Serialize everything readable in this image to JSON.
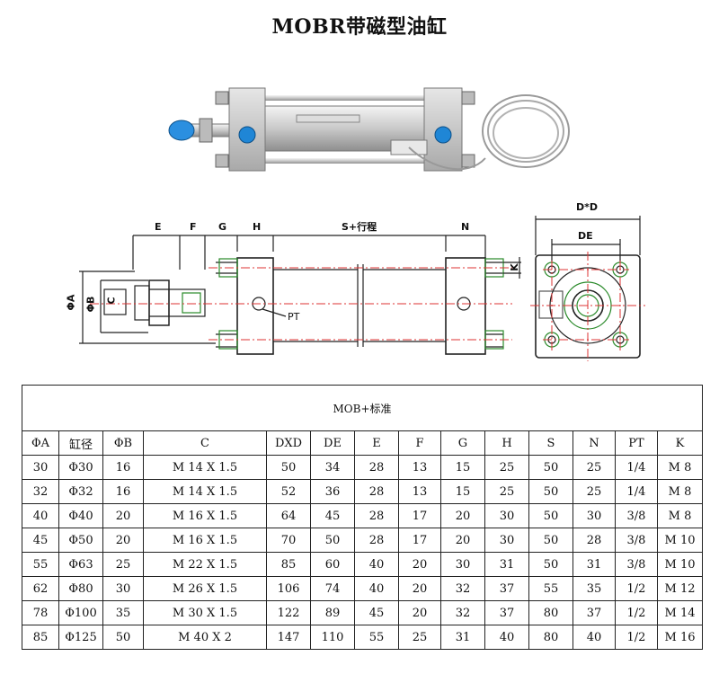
{
  "title": "MOBR带磁型油缸",
  "drawing": {
    "labels": {
      "E": "E",
      "F": "F",
      "G": "G",
      "H": "H",
      "stroke": "S+行程",
      "N": "N",
      "K": "K",
      "phiA": "ΦA",
      "phiB": "ΦB",
      "C": "C",
      "PT": "PT",
      "DD": "D*D",
      "DE": "DE"
    }
  },
  "table": {
    "caption": "MOB+标准",
    "headers": [
      "ΦA",
      "缸径",
      "ΦB",
      "C",
      "DXD",
      "DE",
      "E",
      "F",
      "G",
      "H",
      "S",
      "N",
      "PT",
      "K"
    ],
    "rows": [
      [
        "30",
        "Φ30",
        "16",
        "M 14 X 1.5",
        "50",
        "34",
        "28",
        "13",
        "15",
        "25",
        "50",
        "25",
        "1/4",
        "M 8"
      ],
      [
        "32",
        "Φ32",
        "16",
        "M 14 X 1.5",
        "52",
        "36",
        "28",
        "13",
        "15",
        "25",
        "50",
        "25",
        "1/4",
        "M 8"
      ],
      [
        "40",
        "Φ40",
        "20",
        "M 16 X 1.5",
        "64",
        "45",
        "28",
        "17",
        "20",
        "30",
        "50",
        "30",
        "3/8",
        "M 8"
      ],
      [
        "45",
        "Φ50",
        "20",
        "M 16 X 1.5",
        "70",
        "50",
        "28",
        "17",
        "20",
        "30",
        "50",
        "28",
        "3/8",
        "M 10"
      ],
      [
        "55",
        "Φ63",
        "25",
        "M 22 X 1.5",
        "85",
        "60",
        "40",
        "20",
        "30",
        "31",
        "50",
        "31",
        "3/8",
        "M 10"
      ],
      [
        "62",
        "Φ80",
        "30",
        "M 26 X 1.5",
        "106",
        "74",
        "40",
        "20",
        "32",
        "37",
        "55",
        "35",
        "1/2",
        "M 12"
      ],
      [
        "78",
        "Φ100",
        "35",
        "M 30 X 1.5",
        "122",
        "89",
        "45",
        "20",
        "32",
        "37",
        "80",
        "37",
        "1/2",
        "M 14"
      ],
      [
        "85",
        "Φ125",
        "50",
        "M 40 X 2",
        "147",
        "110",
        "55",
        "25",
        "31",
        "40",
        "80",
        "40",
        "1/2",
        "M 16"
      ]
    ]
  }
}
